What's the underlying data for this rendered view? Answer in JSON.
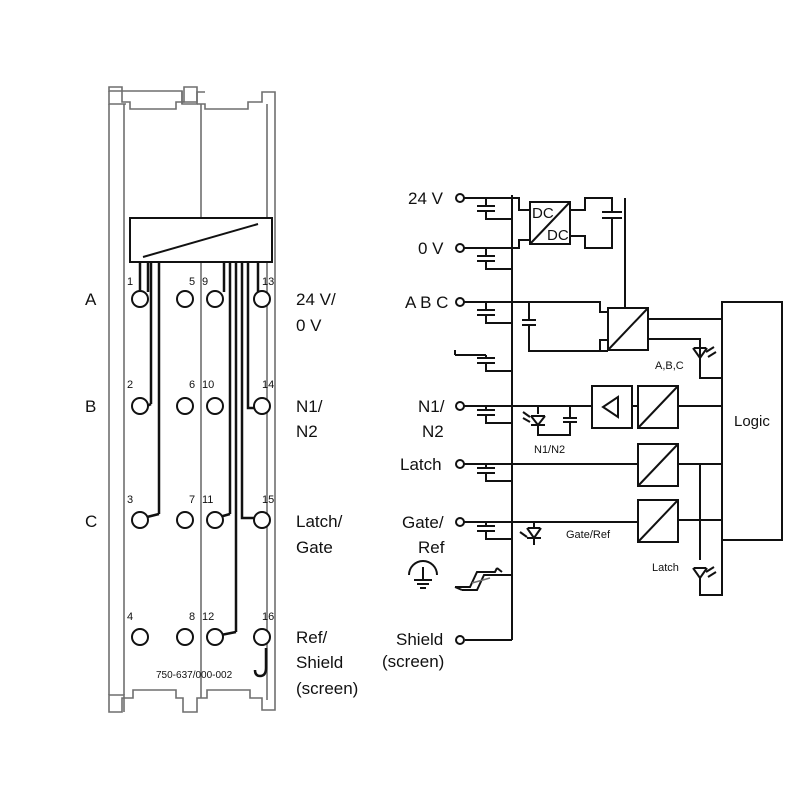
{
  "left": {
    "rows": [
      "A",
      "B",
      "C"
    ],
    "terminal_numbers": [
      "1",
      "2",
      "3",
      "4",
      "5",
      "6",
      "7",
      "8",
      "9",
      "10",
      "11",
      "12",
      "13",
      "14",
      "15",
      "16"
    ],
    "right_labels": [
      "24 V/",
      "0 V",
      "N1/",
      "N2",
      "Latch/",
      "Gate",
      "Ref/",
      "Shield",
      "(screen)"
    ],
    "part_number": "750-637/000-002"
  },
  "right": {
    "inputs": [
      "24 V",
      "0 V",
      "A B C",
      "N1/",
      "N2",
      "Latch",
      "Gate/",
      "Ref",
      "Shield",
      "(screen)"
    ],
    "dc_top": "DC",
    "dc_bottom": "DC",
    "logic": "Logic",
    "led_labels": [
      "A,B,C",
      "N1/N2",
      "Gate/Ref",
      "Latch"
    ]
  }
}
